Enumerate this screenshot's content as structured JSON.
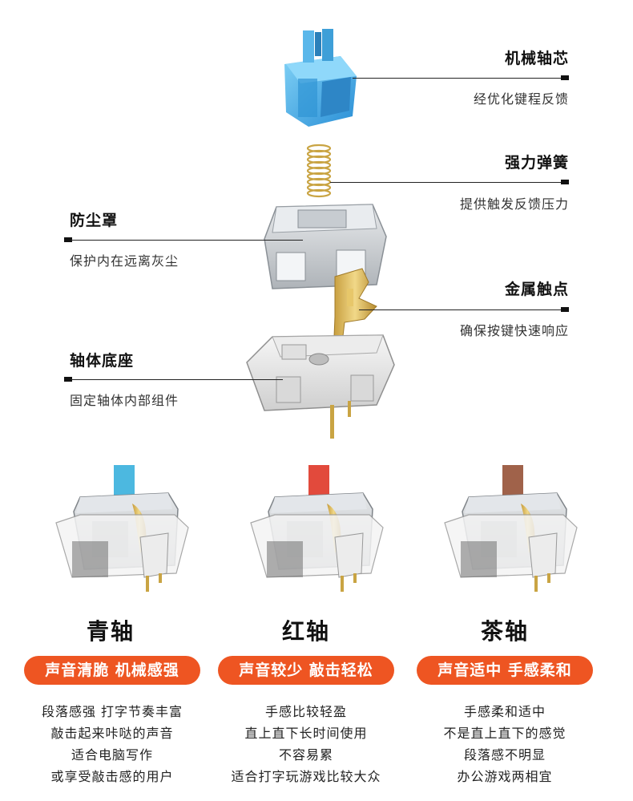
{
  "parts": [
    {
      "title": "机械轴芯",
      "subtitle": "经优化键程反馈",
      "side": "right"
    },
    {
      "title": "强力弹簧",
      "subtitle": "提供触发反馈压力",
      "side": "right"
    },
    {
      "title": "防尘罩",
      "subtitle": "保护内在远离灰尘",
      "side": "left"
    },
    {
      "title": "金属触点",
      "subtitle": "确保按键快速响应",
      "side": "right"
    },
    {
      "title": "轴体底座",
      "subtitle": "固定轴体内部组件",
      "side": "left"
    }
  ],
  "switches": [
    {
      "name": "青轴",
      "color": "#4cb8e0",
      "tagline": "声音清脆 机械感强",
      "lines": [
        "段落感强 打字节奏丰富",
        "敲击起来咔哒的声音",
        "适合电脑写作",
        "或享受敲击感的用户"
      ]
    },
    {
      "name": "红轴",
      "color": "#e24a3c",
      "tagline": "声音较少 敲击轻松",
      "lines": [
        "手感比较轻盈",
        "直上直下长时间使用",
        "不容易累",
        "适合打字玩游戏比较大众"
      ]
    },
    {
      "name": "茶轴",
      "color": "#a0624a",
      "tagline": "声音适中 手感柔和",
      "lines": [
        "手感柔和适中",
        "不是直上直下的感觉",
        "段落感不明显",
        "办公游戏两相宜"
      ]
    }
  ],
  "colors": {
    "pill": "#ee5522",
    "stem_blue": "#3aa0e0",
    "spring_gold": "#d6b85a",
    "housing_gray": "#cfcfcf"
  }
}
